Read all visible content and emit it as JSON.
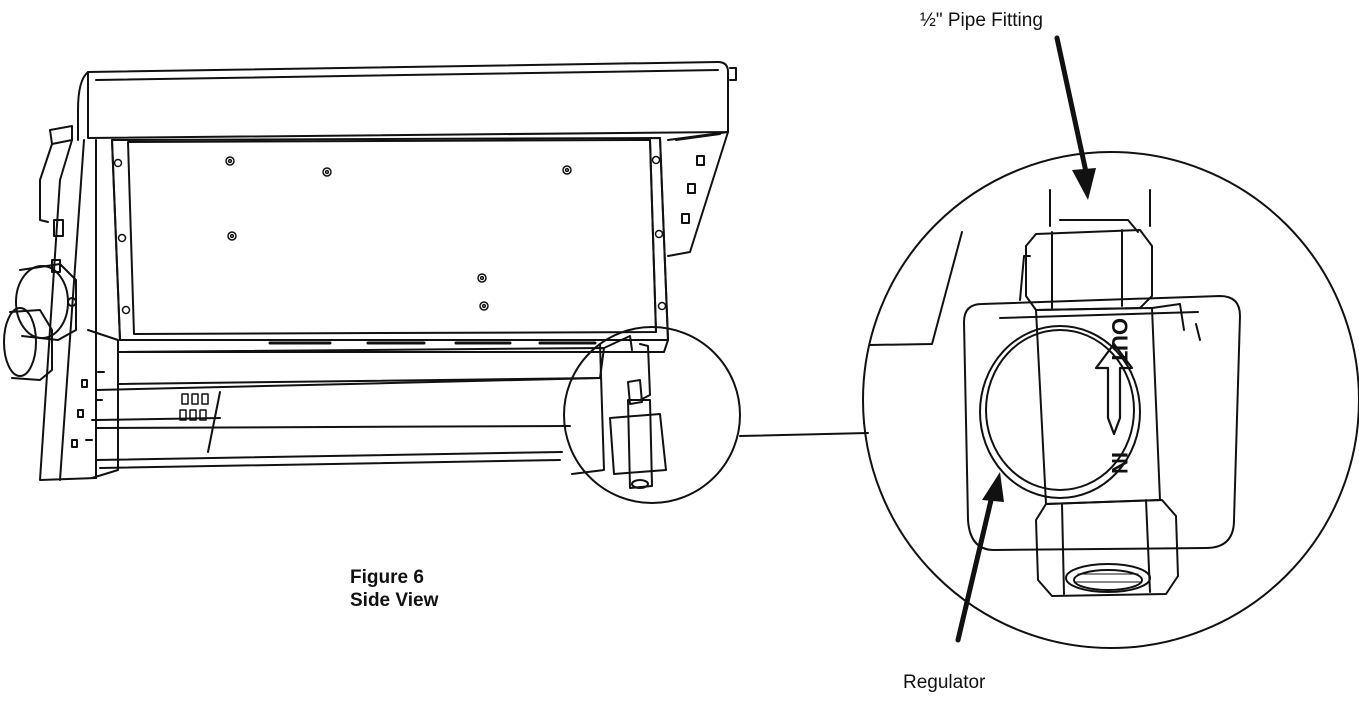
{
  "diagram": {
    "figure_number": "Figure 6",
    "figure_caption": "Side View",
    "callouts": {
      "pipe_fitting": "½\" Pipe Fitting",
      "regulator": "Regulator"
    },
    "regulator_markings": {
      "out": "OUT",
      "in": "IN"
    }
  },
  "colors": {
    "line": "#111111",
    "background": "#ffffff"
  }
}
